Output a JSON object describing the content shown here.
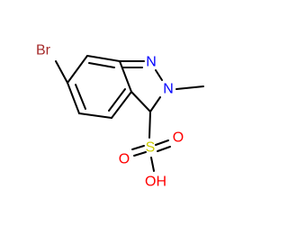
{
  "diagram": {
    "type": "chemical-structure",
    "colors": {
      "background": "#ffffff",
      "bond": "#000000",
      "bromine": "#a52a2a",
      "nitrogen": "#0000ff",
      "oxygen": "#ff0000",
      "sulfur": "#cccc00"
    },
    "atoms": {
      "bromine": {
        "label": "Br",
        "color": "#a52a2a"
      },
      "nitrogen_1": {
        "label": "N",
        "color": "#0000ff"
      },
      "nitrogen_2": {
        "label": "N",
        "color": "#0000ff"
      },
      "sulfur": {
        "label": "S",
        "color": "#cccc00"
      },
      "oxygen_1": {
        "label": "O",
        "color": "#ff0000"
      },
      "oxygen_2": {
        "label": "O",
        "color": "#ff0000"
      },
      "hydroxyl": {
        "label": "OH",
        "color": "#ff0000"
      }
    }
  }
}
